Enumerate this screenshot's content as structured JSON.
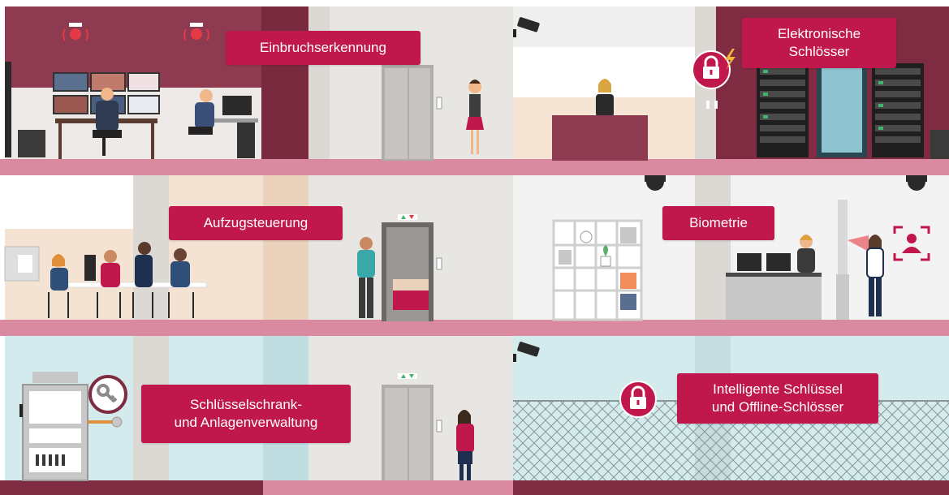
{
  "labels": {
    "intrusion": {
      "line1": "Einbruchserkennung"
    },
    "electronic_locks": {
      "line1": "Elektronische",
      "line2": "Schlösser"
    },
    "elevator_control": {
      "line1": "Aufzugsteuerung"
    },
    "biometrics": {
      "line1": "Biometrie"
    },
    "key_cabinet": {
      "line1": "Schlüsselschrank-",
      "line2": "und Anlagenverwaltung"
    },
    "smart_keys": {
      "line1": "Intelligente Schlüssel",
      "line2": "und Offline-Schlösser"
    }
  },
  "icons": {
    "lock_badges": [
      "padlock-lightning-icon",
      "padlock-icon"
    ],
    "key_badge": "key-icon",
    "face_scan": "face-scan-icon",
    "cameras": [
      "security-camera-icon",
      "dome-camera-icon"
    ],
    "alarm_lights": "alarm-siren-icon"
  },
  "colors": {
    "brand_red": "#c0184c",
    "wall_maroon": "#7f2c42",
    "floor_pink": "#d98aa0",
    "wall_peach": "#f4e3d3",
    "wall_light_blue": "#d4ebee",
    "wall_grey": "#e6e4e1"
  }
}
